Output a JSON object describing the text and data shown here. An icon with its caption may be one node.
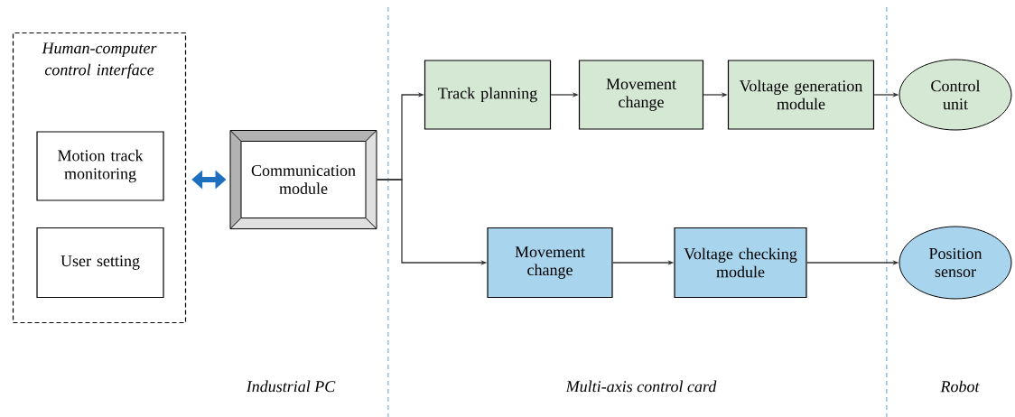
{
  "diagram": {
    "nodes": [
      {
        "text": [
          "Human-computer control interface"
        ]
      },
      {
        "text": [
          "Motion track monitoring"
        ],
        "in": 0
      },
      {
        "text": [
          "User setting"
        ],
        "in": 0
      },
      {
        "text": [
          "Communication module"
        ]
      },
      {
        "text": [
          "Track planning"
        ]
      },
      {
        "text": [
          "Movement change"
        ]
      },
      {
        "text": [
          "Voltage generation module"
        ]
      },
      {
        "text": [
          "Control unit"
        ]
      },
      {
        "text": [
          "Movement change"
        ]
      },
      {
        "text": [
          "Voltage checking module"
        ]
      },
      {
        "text": [
          "Position sensor"
        ]
      }
    ],
    "edges": [
      {
        "from": 0,
        "to": 3,
        "arrow": "both",
        "style": "thick",
        "color": "#1f6fbf"
      },
      {
        "from": 3,
        "to": 4,
        "arrow": "to"
      },
      {
        "from": 3,
        "to": 8,
        "arrow": "to"
      },
      {
        "from": 4,
        "to": 5,
        "arrow": "to"
      },
      {
        "from": 5,
        "to": 6,
        "arrow": "to"
      },
      {
        "from": 6,
        "to": 7,
        "arrow": "to"
      },
      {
        "from": 8,
        "to": 9,
        "arrow": "to"
      },
      {
        "from": 9,
        "to": 10,
        "arrow": "to"
      }
    ],
    "labels": [
      "Industrial PC",
      "Multi-axis control card",
      "Robot"
    ]
  }
}
